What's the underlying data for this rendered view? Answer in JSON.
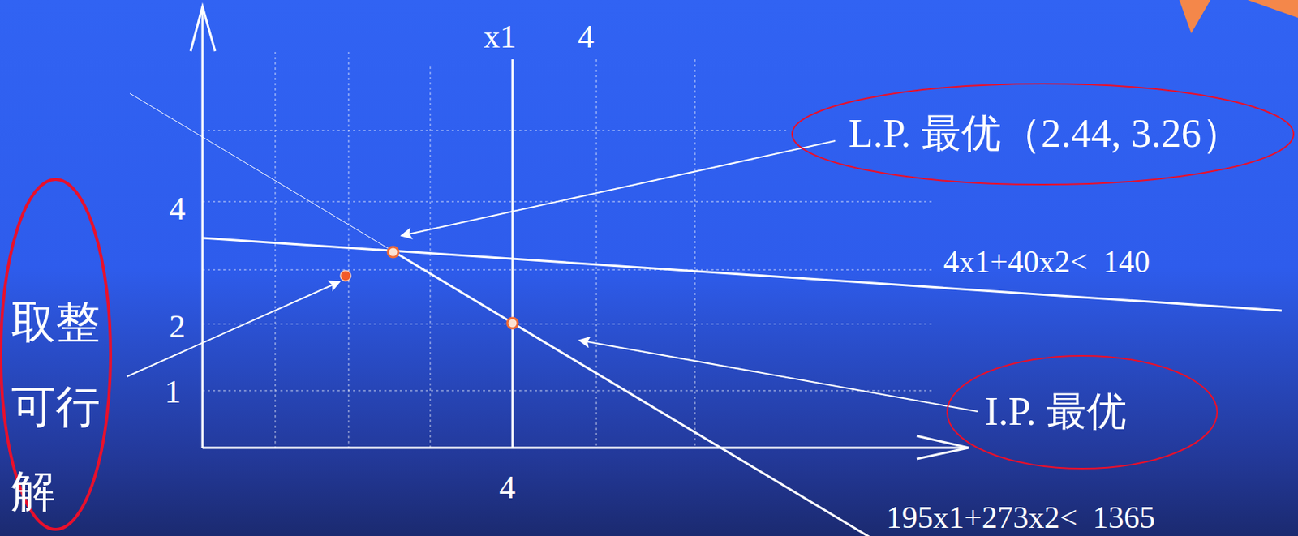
{
  "diagram": {
    "nodes": [
      {
        "text": [
          "L.P. 最优（2.44, 3.26）"
        ]
      },
      {
        "text": [
          "取整可行解"
        ]
      },
      {
        "text": [
          "I.P. 最优"
        ]
      }
    ],
    "labels": [
      "x1",
      "4",
      "4",
      "2",
      "1",
      "4",
      "4x1+40x2<  140",
      "195x1+273x2<  1365"
    ]
  }
}
